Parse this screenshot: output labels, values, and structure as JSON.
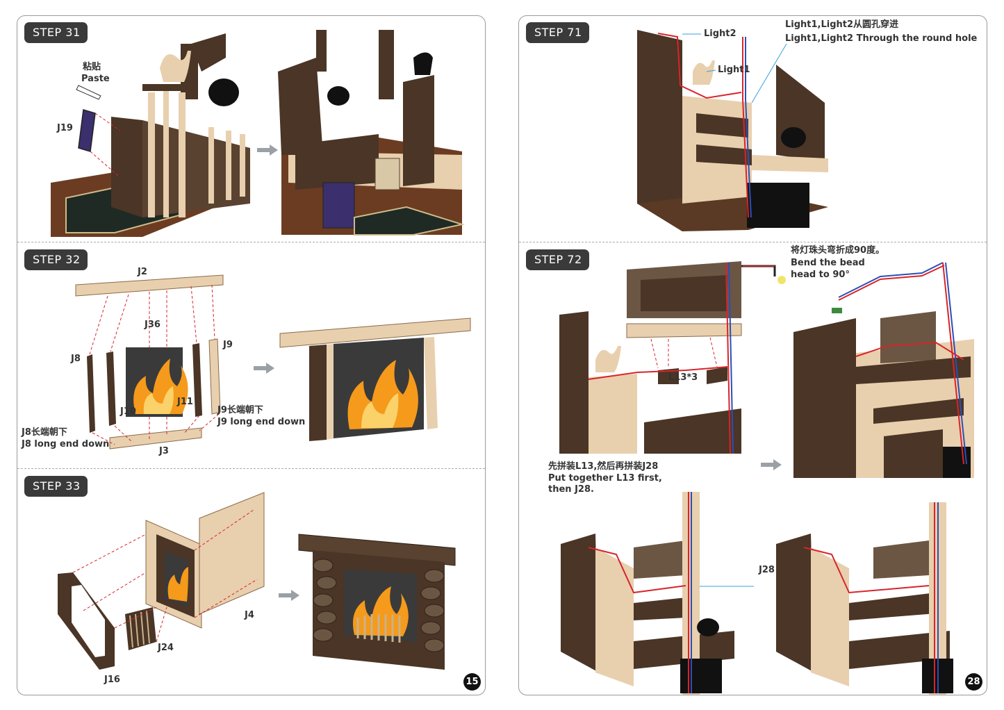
{
  "left_page": {
    "page_number": "15",
    "steps": [
      {
        "label": "STEP 31",
        "annotations": {
          "paste_cn": "粘贴",
          "paste_en": "Paste",
          "part": "J19"
        }
      },
      {
        "label": "STEP 32",
        "annotations": {
          "j2": "J2",
          "j36": "J36",
          "j8": "J8",
          "j9": "J9",
          "j10": "J10",
          "j11": "J11",
          "j3": "J3",
          "j9_note_cn": "J9长端朝下",
          "j9_note_en": "J9 long end down",
          "j8_note_cn": "J8长端朝下",
          "j8_note_en": "J8 long end down"
        }
      },
      {
        "label": "STEP 33",
        "annotations": {
          "j4": "J4",
          "j24": "J24",
          "j16": "J16"
        }
      }
    ]
  },
  "right_page": {
    "page_number": "28",
    "steps": [
      {
        "label": "STEP 71",
        "annotations": {
          "light2": "Light2",
          "light1": "Light1",
          "hole_cn": "Light1,Light2从圆孔穿进",
          "hole_en": "Light1,Light2 Through the round hole"
        }
      },
      {
        "label": "STEP 72",
        "annotations": {
          "bend_cn": "将灯珠头弯折成90度。",
          "bend_en_1": "Bend the bead",
          "bend_en_2": "head to 90°",
          "l13": "L13*3",
          "order_cn": "先拼装L13,然后再拼装J28",
          "order_en_1": "Put together L13 first,",
          "order_en_2": "then J28.",
          "j28": "J28"
        }
      }
    ]
  },
  "colors": {
    "badge": "#3a3a3a",
    "dark_wood": "#4a3526",
    "light_wood": "#e8cfae",
    "wire_red": "#d8242a",
    "arrow_grey": "#9aa0a6",
    "flame_orange": "#f59a1b"
  }
}
